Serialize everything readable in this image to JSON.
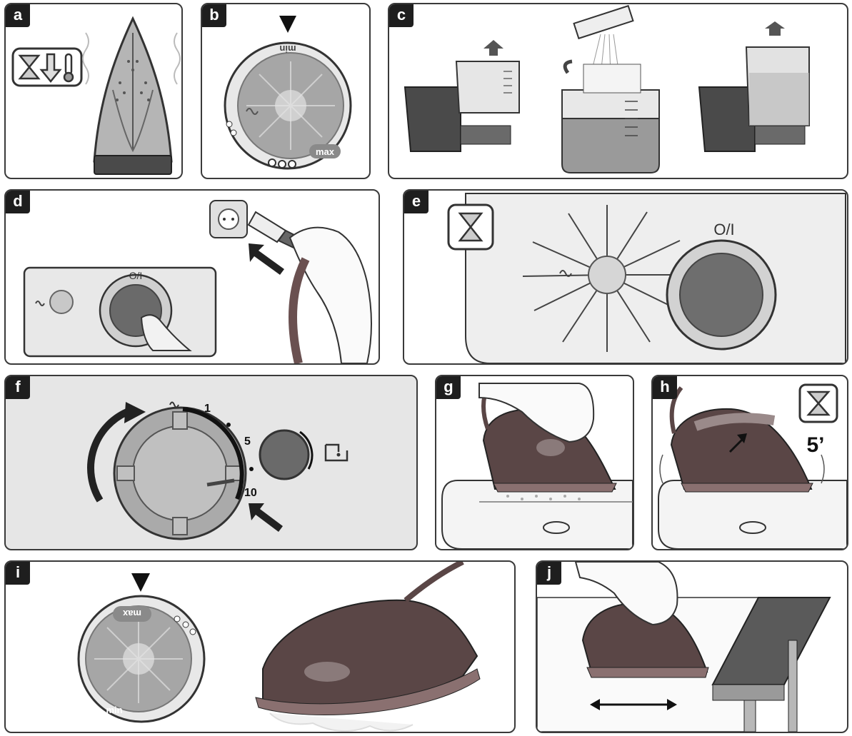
{
  "panels": {
    "a": {
      "label": "a"
    },
    "b": {
      "label": "b",
      "dial_min": "min",
      "dial_max": "max"
    },
    "c": {
      "label": "c"
    },
    "d": {
      "label": "d",
      "power_label": "O/I"
    },
    "e": {
      "label": "e",
      "power_label": "O/I"
    },
    "f": {
      "label": "f",
      "scale_1": "1",
      "scale_5": "5",
      "scale_10": "10"
    },
    "g": {
      "label": "g"
    },
    "h": {
      "label": "h",
      "duration": "5’"
    },
    "i": {
      "label": "i",
      "dial_min": "min",
      "dial_max": "max"
    },
    "j": {
      "label": "j"
    }
  },
  "icons": {
    "a": [
      "hourglass-icon",
      "down-arrow-icon",
      "thermometer-icon",
      "steam-iron-icon"
    ],
    "b": [
      "pointer-triangle-icon",
      "temperature-dial-icon",
      "steam-symbol-icon"
    ],
    "c": [
      "water-tank-icon",
      "up-arrow-icon",
      "down-arrow-icon",
      "filler-jug-icon"
    ],
    "d": [
      "wall-socket-icon",
      "plug-icon",
      "hand-icon",
      "power-button-icon",
      "indicator-light-icon"
    ],
    "e": [
      "hourglass-icon",
      "indicator-light-icon",
      "power-button-icon",
      "steam-symbol-icon"
    ],
    "f": [
      "rotate-arrow-icon",
      "steam-knob-icon",
      "pointer-arrow-icon",
      "refill-icon"
    ],
    "g": [
      "steam-iron-icon",
      "hand-icon",
      "tray-icon"
    ],
    "h": [
      "hourglass-icon",
      "steam-iron-icon",
      "tray-icon"
    ],
    "i": [
      "pointer-triangle-icon",
      "temperature-dial-icon",
      "steam-iron-icon"
    ],
    "j": [
      "steam-iron-icon",
      "hand-icon",
      "ironing-board-icon",
      "double-arrow-icon"
    ]
  },
  "colors": {
    "outline": "#3a3a3a",
    "label_bg": "#1e1e1e",
    "iron_body": "#7a5a5a",
    "dial_face": "#9a9a9a",
    "panel_tint": "#e6e6e6"
  }
}
